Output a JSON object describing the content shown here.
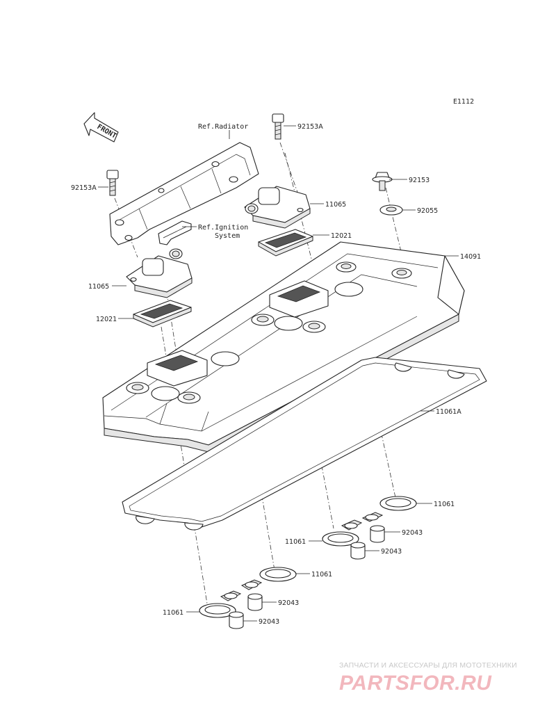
{
  "diagram": {
    "code": "E1112",
    "front_label": "FRONT",
    "refs": {
      "radiator": "Ref.Radiator",
      "ignition_line1": "Ref.Ignition",
      "ignition_line2": "System"
    },
    "labels": {
      "bolt_top": "92153A",
      "bolt_left": "92153A",
      "bolt_right": "92153",
      "washer": "92055",
      "cover_right": "11065",
      "cover_left": "11065",
      "gasket_right": "12021",
      "gasket_left": "12021",
      "head_cover": "14091",
      "gasket_main": "11061A",
      "ring_r1": "11061",
      "ring_r2": "11061",
      "ring_l1": "11061",
      "ring_l2": "11061",
      "collar_r1": "92043",
      "collar_r2": "92043",
      "collar_l1": "92043",
      "collar_l2": "92043"
    }
  },
  "watermark": {
    "tagline": "ЗАПЧАСТИ И АКСЕССУАРЫ ДЛЯ МОТОТЕХНИКИ",
    "logo": "PARTSFOR.RU"
  }
}
